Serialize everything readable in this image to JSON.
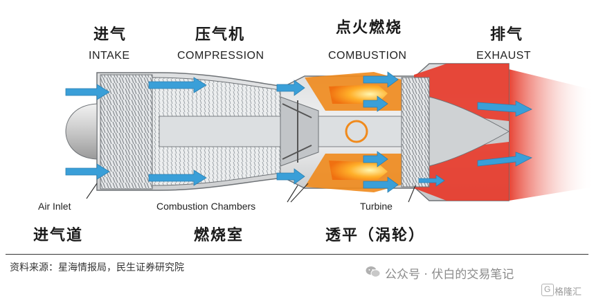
{
  "labels": {
    "intake_zh": "进气",
    "intake_en": "INTAKE",
    "compression_zh": "压气机",
    "compression_en": "COMPRESSION",
    "combustion_zh": "点火燃烧",
    "combustion_en": "COMBUSTION",
    "exhaust_zh": "排气",
    "exhaust_en": "EXHAUST",
    "air_inlet_en": "Air Inlet",
    "air_inlet_zh": "进气道",
    "chambers_en": "Combustion Chambers",
    "chambers_zh": "燃烧室",
    "turbine_en": "Turbine",
    "turbine_zh": "透平（涡轮）"
  },
  "footer": {
    "source": "资料来源：星海情报局，民生证券研究院",
    "watermark": "公众号 · 伏白的交易笔记",
    "brand": "格隆汇"
  },
  "colors": {
    "casing_gray": "#b8bcc0",
    "flow_arrow": "#3a9fd8",
    "combustor_orange": "#f08a1c",
    "exhaust_red": "#e63a2a",
    "flame_yellow": "#ffd23a"
  }
}
